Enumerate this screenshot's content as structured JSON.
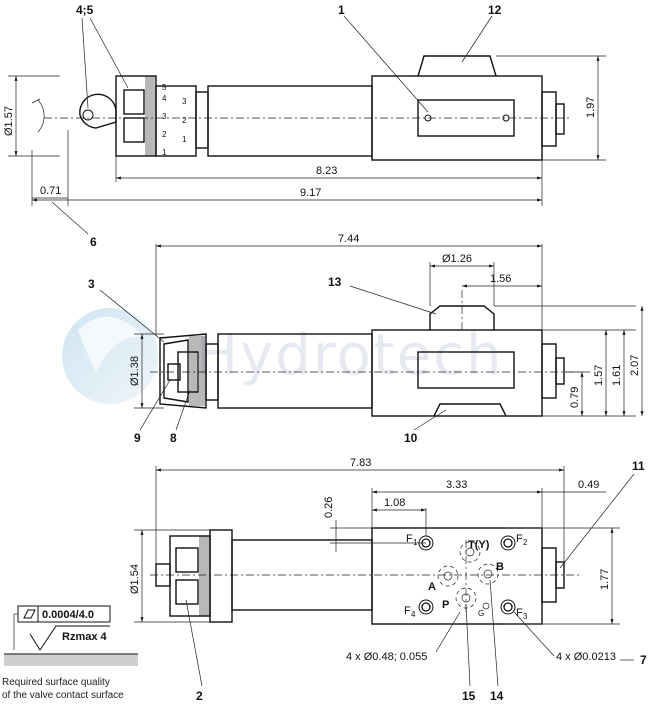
{
  "watermark": "Hydrotech",
  "callouts": {
    "c45": "4;5",
    "c1": "1",
    "c12": "12",
    "c6": "6",
    "c3": "3",
    "c13": "13",
    "c9": "9",
    "c8": "8",
    "c10": "10",
    "c11": "11",
    "c2": "2",
    "c15": "15",
    "c14": "14",
    "c7": "7"
  },
  "view_top": {
    "dim_d157": "Ø1.57",
    "dim_197": "1.97",
    "dim_823": "8.23",
    "dim_917": "9.17",
    "dim_071": "0.71",
    "scale_left": [
      "5",
      "4",
      "3",
      "2",
      "1"
    ],
    "scale_right": [
      "3",
      "2",
      "1"
    ]
  },
  "view_middle": {
    "dim_744": "7.44",
    "dim_d126": "Ø1.26",
    "dim_156": "1.56",
    "dim_d138": "Ø1.38",
    "dim_079": "0.79",
    "dim_157": "1.57",
    "dim_161": "1.61",
    "dim_207": "2.07"
  },
  "view_bottom": {
    "dim_783": "7.83",
    "dim_333": "3.33",
    "dim_108": "1.08",
    "dim_026": "0.26",
    "dim_049": "0.49",
    "dim_d154": "Ø1.54",
    "dim_177": "1.77",
    "ports": {
      "T": "T(Y)",
      "A": "A",
      "B": "B",
      "P": "P",
      "G": "G"
    },
    "fixings": {
      "F1": "F",
      "F2": "F",
      "F3": "F",
      "F4": "F",
      "s1": "1",
      "s2": "2",
      "s3": "3",
      "s4": "4"
    },
    "note_holes_left": "4 x Ø0.48; 0.055",
    "note_holes_right": "4 x Ø0.0213"
  },
  "surface": {
    "flatness": "0.0004/4.0",
    "roughness": "Rzmax 4",
    "caption_line1": "Required surface quality",
    "caption_line2": "of the valve contact surface"
  }
}
